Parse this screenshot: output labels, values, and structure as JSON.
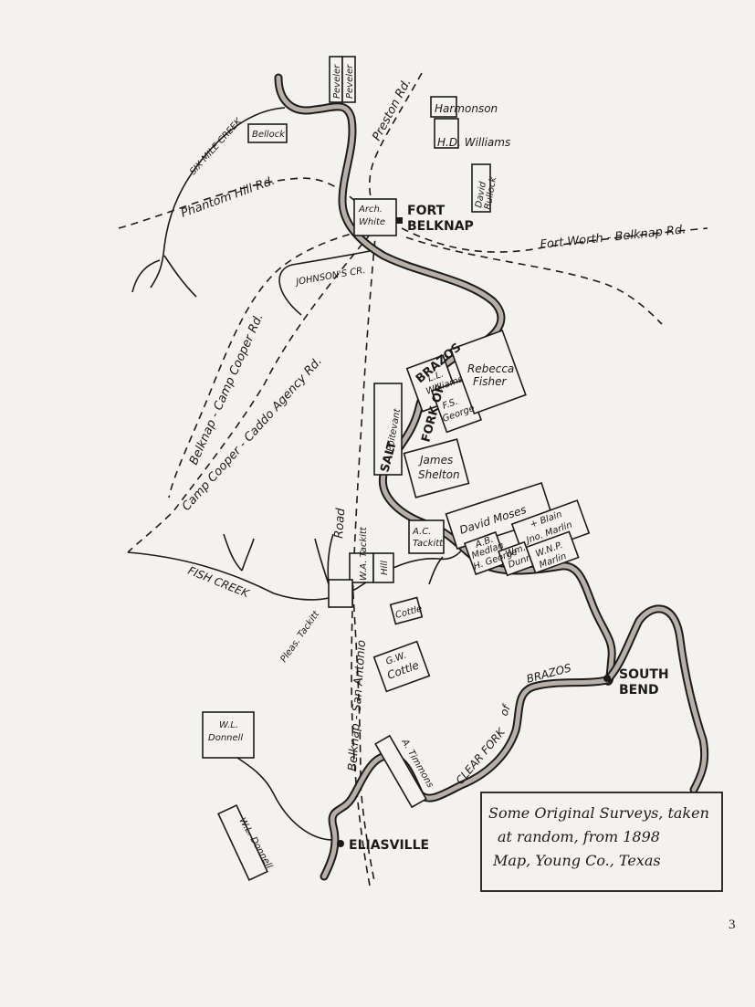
{
  "colors": {
    "paper": "#f4f2ee",
    "ink": "#1c1b19",
    "river": "#b8b0a8"
  },
  "page_number": "3",
  "legend": {
    "line1": "Some Original Surveys, taken",
    "line2": "at random, from 1898",
    "line3": "Map, Young Co., Texas"
  },
  "towns": {
    "fort_belknap_1": "FORT",
    "fort_belknap_2": "BELKNAP",
    "south_bend_1": "SOUTH",
    "south_bend_2": "BEND",
    "eliasville": "ELIASVILLE"
  },
  "roads": {
    "preston": "Preston Rd.",
    "phantom_hill": "Phantom Hill Rd.",
    "fort_worth_belknap": "Fort Worth - Belknap Rd.",
    "belknap_camp_cooper": "Belknap - Camp Cooper Rd.",
    "camp_cooper_caddo": "Camp Cooper - Caddo Agency Rd.",
    "belknap_san_antonio": "Belknap - San Antonio",
    "road": "Road"
  },
  "waterways": {
    "six_mile_creek": "SIX MILE CREEK",
    "johnsons_cr": "JOHNSON'S CR.",
    "fish_creek": "FISH CREEK",
    "salt_fork": "SALT",
    "fork_of": "FORK OF",
    "brazos_salt": "BRAZOS",
    "clear_fork": "CLEAR FORK",
    "of": "of",
    "brazos_clear": "BRAZOS"
  },
  "surveys": {
    "peveler_a": "Peveler",
    "peveler_b": "Peveler",
    "bellock": "Bellock",
    "harmonson": "Harmonson",
    "hd_williams": "H.D. Williams",
    "david_bullock_1": "David",
    "david_bullock_2": "Bullock",
    "arch_white_1": "Arch.",
    "arch_white_2": "White",
    "ll_williams_1": "L.L.",
    "ll_williams_2": "Williams",
    "fs_george_1": "F.S.",
    "fs_george_2": "George",
    "rebecca_fisher_1": "Rebecca",
    "rebecca_fisher_2": "Fisher",
    "poitevant": "Poitevant",
    "james_shelton_1": "James",
    "james_shelton_2": "Shelton",
    "ac_tackitt_1": "A.C.",
    "ac_tackitt_2": "Tackitt",
    "david_moses": "David Moses",
    "blain": "+ Blain",
    "jno_marlin": "Jno. Marlin",
    "wnp_marlin_1": "W.N.P.",
    "wnp_marlin_2": "Marlin",
    "ab_medlan_1": "A.B.",
    "ab_medlan_2": "Medlan",
    "h_george": "H. George",
    "wm_dunn_1": "Wm.",
    "wm_dunn_2": "Dunn",
    "wa_tackitt": "W.A. Tackitt",
    "hill": "Hill",
    "pleas_tackitt": "Pleas. Tackitt",
    "cottle_small": "Cottle",
    "gw_cottle_1": "G.W.",
    "gw_cottle_2": "Cottle",
    "wl_donnell_1": "W.L.",
    "wl_donnell_2": "Donnell",
    "wl_donnell_strip": "W.L. Donnell",
    "a_timmons": "A. Timmons"
  }
}
